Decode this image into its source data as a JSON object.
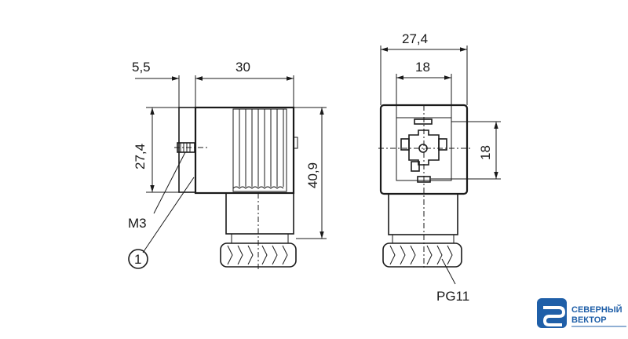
{
  "dimensions": {
    "side_offset": "5,5",
    "side_length": "30",
    "side_height": "27,4",
    "side_total_height": "40,9",
    "front_width": "27,4",
    "front_inner_width": "18",
    "front_inner_height": "18"
  },
  "labels": {
    "thread": "M3",
    "callout_number": "1",
    "cable_gland": "PG11"
  },
  "logo": {
    "line1": "СЕВЕРНЫЙ",
    "line2": "ВЕКТОР",
    "color": "#1f5fa8"
  }
}
